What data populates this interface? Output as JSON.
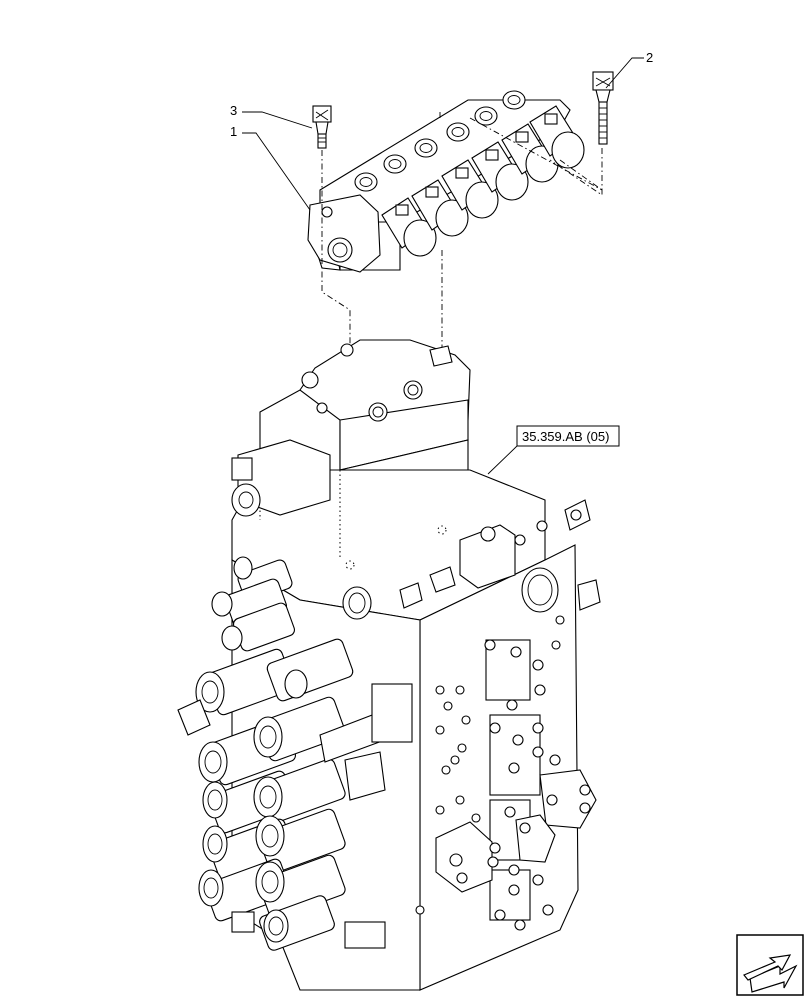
{
  "callouts": {
    "item_1": "1",
    "item_2": "2",
    "item_3": "3"
  },
  "reference": {
    "label": "35.359.AB (05)"
  },
  "nav": {
    "icon": "next-page-arrow-icon"
  }
}
